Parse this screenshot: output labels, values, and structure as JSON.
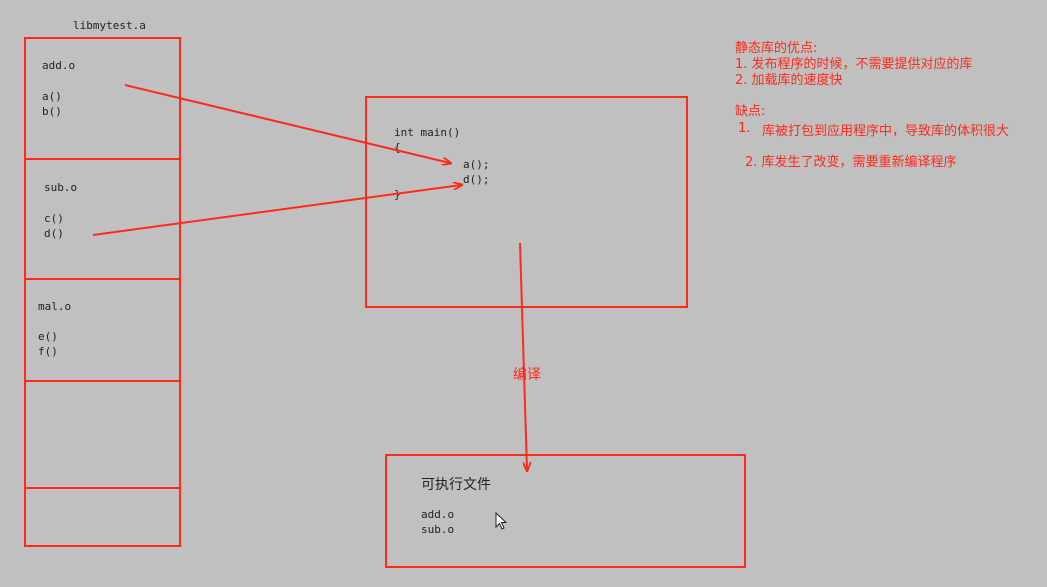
{
  "library": {
    "title": "libmytest.a",
    "modules": [
      {
        "name": "add.o",
        "funcs": [
          "a()",
          "b()"
        ]
      },
      {
        "name": "sub.o",
        "funcs": [
          "c()",
          "d()"
        ]
      },
      {
        "name": "mal.o",
        "funcs": [
          "e()",
          "f()"
        ]
      }
    ]
  },
  "main_code": {
    "signature": "int main()",
    "open_brace": "{",
    "calls": [
      "a();",
      "d();"
    ],
    "close_brace": "}"
  },
  "compile_label": "编译",
  "executable": {
    "title": "可执行文件",
    "contents": [
      "add.o",
      "sub.o"
    ]
  },
  "notes": {
    "pros_title": "静态库的优点:",
    "pros": [
      "1.  发布程序的时候，不需要提供对应的库",
      "2.  加载库的速度快"
    ],
    "cons_title": "缺点:",
    "cons_1_num": "1.",
    "cons_1_text": "库被打包到应用程序中，导致库的体积很大",
    "cons_2": "2.  库发生了改变，需要重新编译程序"
  },
  "colors": {
    "accent": "#ff2a1a",
    "background": "#c0c0c0",
    "text": "#222222"
  }
}
